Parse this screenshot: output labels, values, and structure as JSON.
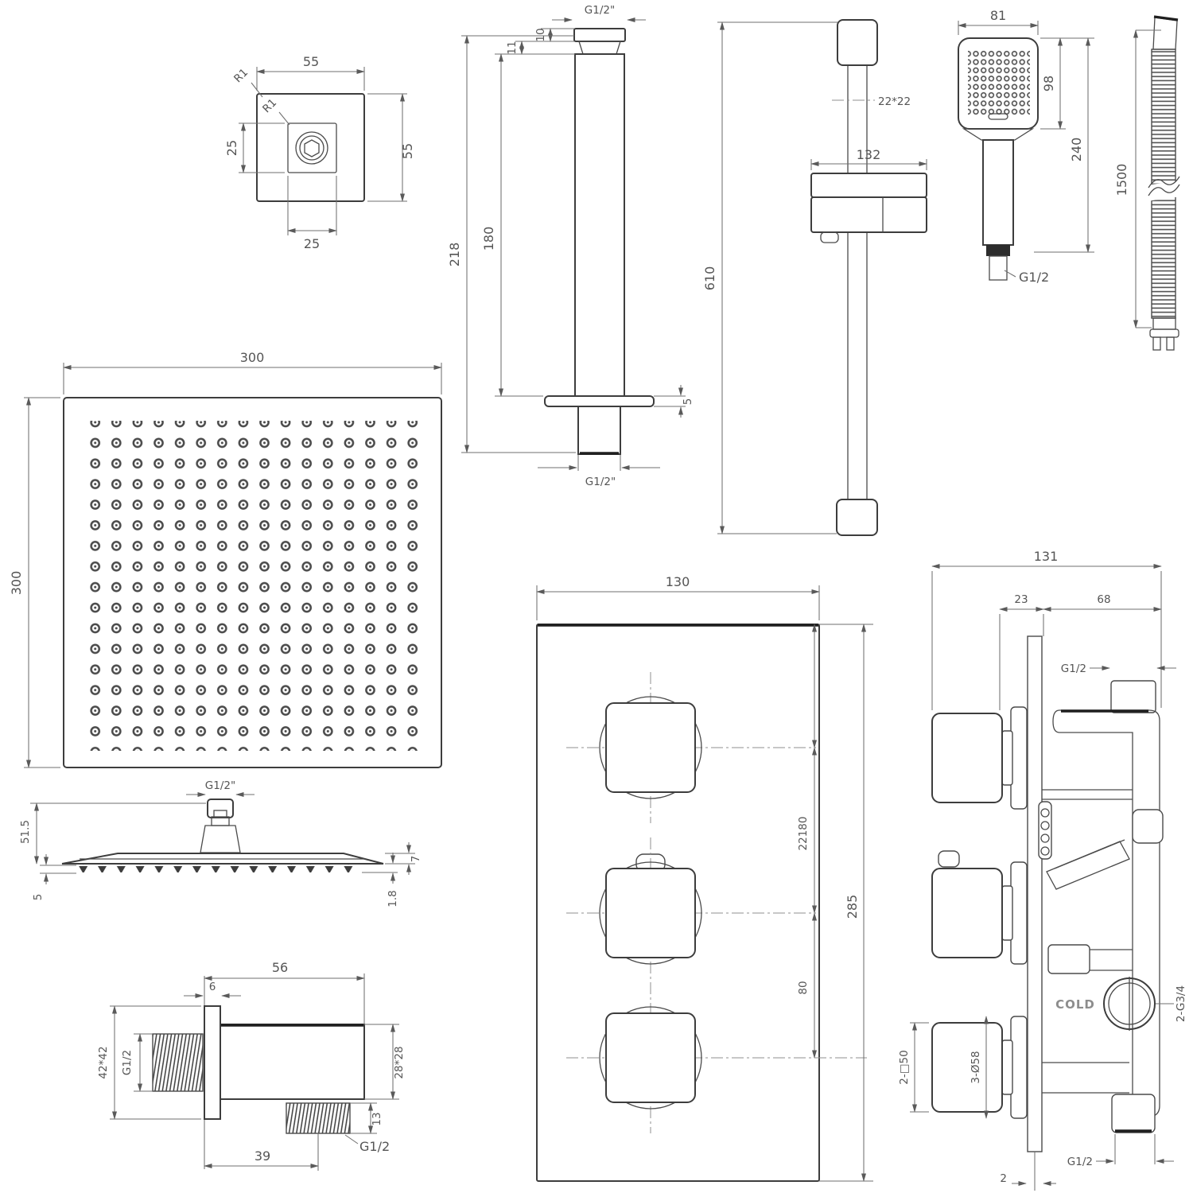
{
  "drawing": {
    "bracket": {
      "dim_w": "55",
      "dim_h": "55",
      "dim_inner_w": "25",
      "dim_inner_h": "25",
      "fillet_outer": "R1",
      "fillet_inner": "R1"
    },
    "arm": {
      "thread_top": "G1/2\"",
      "dim_a": "11",
      "dim_b": "10",
      "dim_total": "218",
      "dim_tube": "180",
      "dim_flange": "5",
      "thread_bottom": "G1/2\""
    },
    "rail": {
      "dim_length": "610",
      "dim_profile": "22*22",
      "dim_slider": "132"
    },
    "handset": {
      "dim_width": "81",
      "dim_head": "98",
      "dim_total": "240",
      "thread": "G1/2"
    },
    "hose": {
      "dim_length": "1500"
    },
    "head_top": {
      "dim_width": "300",
      "dim_height": "300"
    },
    "head_side": {
      "thread": "G1/2\"",
      "dim_height": "51.5",
      "dim_drop": "5",
      "dim_edge": "7",
      "dim_tip": "1.8"
    },
    "elbow": {
      "dim_width": "56",
      "dim_plate": "6",
      "dim_flange": "42*42",
      "thread_in": "G1/2",
      "dim_body": "28*28",
      "dim_out_len": "13",
      "thread_out": "G1/2",
      "dim_out_pos": "39"
    },
    "valve_front": {
      "dim_width": "130",
      "dim_span_top": "22180",
      "dim_span_bottom": "80",
      "dim_height": "285"
    },
    "valve_side": {
      "dim_width": "131",
      "dim_knob": "23",
      "dim_body": "68",
      "port_top": "G1/2",
      "cold_label": "COLD",
      "dim_inlets": "2-G3/4",
      "dim_knob_square": "2-□50",
      "dim_escutcheon": "3-Ø58",
      "port_bottom": "G1/2",
      "dim_plate": "2"
    }
  },
  "colors": {
    "background": "#ffffff",
    "line": "#3d3d3d",
    "dim_line": "#6f6f6f",
    "text": "#555555"
  }
}
